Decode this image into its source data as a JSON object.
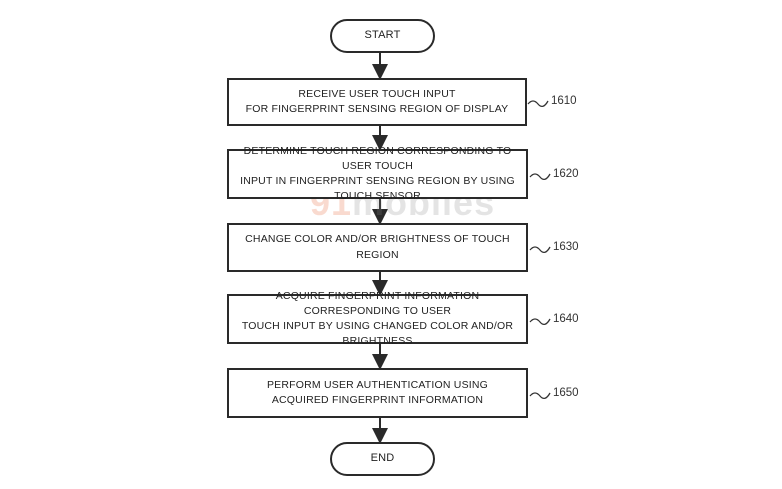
{
  "flowchart": {
    "start": "START",
    "end": "END",
    "steps": [
      {
        "text": "RECEIVE USER TOUCH INPUT\nFOR FINGERPRINT SENSING REGION OF DISPLAY",
        "ref": "1610"
      },
      {
        "text": "DETERMINE TOUCH REGION CORRESPONDING TO USER TOUCH\nINPUT IN FINGERPRINT SENSING REGION BY USING TOUCH SENSOR",
        "ref": "1620"
      },
      {
        "text": "CHANGE COLOR AND/OR BRIGHTNESS OF TOUCH REGION",
        "ref": "1630"
      },
      {
        "text": "ACQUIRE FINGERPRINT INFORMATION CORRESPONDING TO USER\nTOUCH INPUT BY USING CHANGED COLOR AND/OR BRIGHTNESS",
        "ref": "1640"
      },
      {
        "text": "PERFORM USER AUTHENTICATION USING\nACQUIRED FINGERPRINT INFORMATION",
        "ref": "1650"
      }
    ]
  },
  "watermark": {
    "prefix": "91",
    "suffix": "mobiles"
  }
}
